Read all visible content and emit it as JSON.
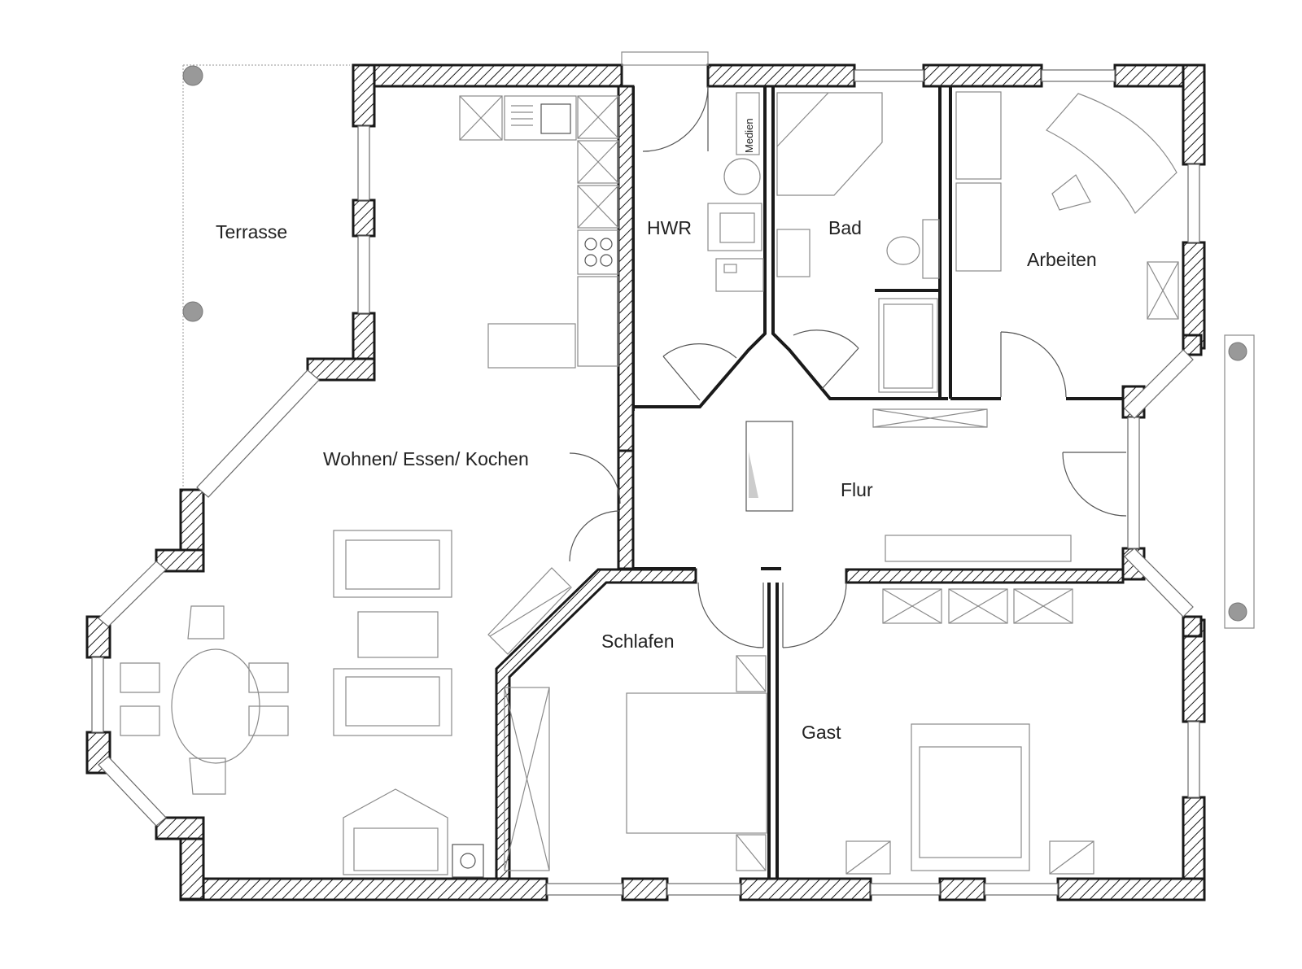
{
  "rooms": {
    "terrasse": "Terrasse",
    "hwr": "HWR",
    "medien": "Medien",
    "bad": "Bad",
    "arbeiten": "Arbeiten",
    "wohnen": "Wohnen/ Essen/ Kochen",
    "flur": "Flur",
    "schlafen": "Schlafen",
    "gast": "Gast"
  },
  "colors": {
    "wall": "#1a1a1a",
    "furniture": "#8a8a8a",
    "post": "#999999",
    "label": "#222222"
  }
}
